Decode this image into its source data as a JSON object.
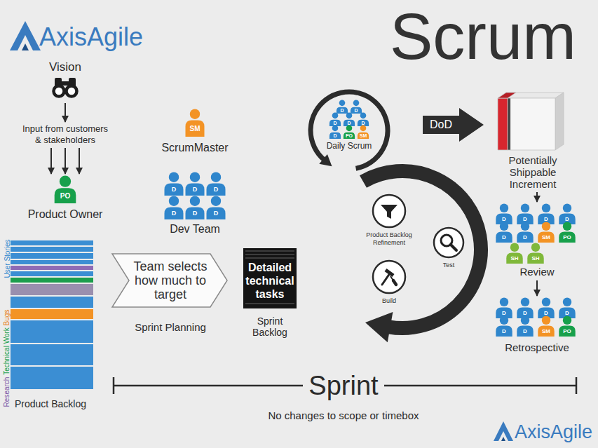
{
  "diagram": {
    "title": "Scrum",
    "nodes": [
      {
        "text": [
          "Vision"
        ]
      },
      {
        "text": [
          "Input from customers & stakeholders"
        ]
      },
      {
        "text": [
          "PO",
          "Product Owner"
        ]
      },
      {
        "text": [
          "SM",
          "ScrumMaster"
        ]
      },
      {
        "text": [
          "Dev Team"
        ]
      },
      {
        "text": [
          "D"
        ],
        "in": 4
      },
      {
        "text": [
          "D"
        ],
        "in": 4
      },
      {
        "text": [
          "D"
        ],
        "in": 4
      },
      {
        "text": [
          "D"
        ],
        "in": 4
      },
      {
        "text": [
          "D"
        ],
        "in": 4
      },
      {
        "text": [
          "D"
        ],
        "in": 4
      },
      {
        "text": [
          "User Stories",
          "Bugs",
          "Technical Work",
          "Research",
          "Product Backlog"
        ]
      },
      {
        "text": [
          "Team selects how much to target",
          "Sprint Planning"
        ]
      },
      {
        "text": [
          "Detailed technical tasks",
          "Sprint Backlog"
        ]
      },
      {
        "text": [
          "Daily Scrum"
        ]
      },
      {
        "text": [
          "D"
        ],
        "in": 14
      },
      {
        "text": [
          "D"
        ],
        "in": 14
      },
      {
        "text": [
          "D"
        ],
        "in": 14
      },
      {
        "text": [
          "D"
        ],
        "in": 14
      },
      {
        "text": [
          "D"
        ],
        "in": 14
      },
      {
        "text": [
          "D"
        ],
        "in": 14
      },
      {
        "text": [
          "PO"
        ],
        "in": 14
      },
      {
        "text": [
          "SM"
        ],
        "in": 14
      },
      {
        "text": [
          "Product Backlog Refinement"
        ]
      },
      {
        "text": [
          "Test"
        ]
      },
      {
        "text": [
          "Build"
        ]
      },
      {
        "text": [
          "DoD"
        ]
      },
      {
        "text": [
          "Potentially Shippable Increment"
        ]
      },
      {
        "text": [
          "Review"
        ]
      },
      {
        "text": [
          "D"
        ],
        "in": 28
      },
      {
        "text": [
          "D"
        ],
        "in": 28
      },
      {
        "text": [
          "D"
        ],
        "in": 28
      },
      {
        "text": [
          "D"
        ],
        "in": 28
      },
      {
        "text": [
          "D"
        ],
        "in": 28
      },
      {
        "text": [
          "D"
        ],
        "in": 28
      },
      {
        "text": [
          "SM"
        ],
        "in": 28
      },
      {
        "text": [
          "PO"
        ],
        "in": 28
      },
      {
        "text": [
          "SH"
        ],
        "in": 28
      },
      {
        "text": [
          "SH"
        ],
        "in": 28
      },
      {
        "text": [
          "Retrospective"
        ]
      },
      {
        "text": [
          "D"
        ],
        "in": 39
      },
      {
        "text": [
          "D"
        ],
        "in": 39
      },
      {
        "text": [
          "D"
        ],
        "in": 39
      },
      {
        "text": [
          "D"
        ],
        "in": 39
      },
      {
        "text": [
          "D"
        ],
        "in": 39
      },
      {
        "text": [
          "D"
        ],
        "in": 39
      },
      {
        "text": [
          "SM"
        ],
        "in": 39
      },
      {
        "text": [
          "PO"
        ],
        "in": 39
      }
    ],
    "edges": [
      {
        "from": 0,
        "to": 1,
        "arrow": "to"
      },
      {
        "from": 1,
        "to": 2,
        "arrow": "to"
      },
      {
        "from": 1,
        "to": 2,
        "arrow": "to"
      },
      {
        "from": 1,
        "to": 2,
        "arrow": "to"
      },
      {
        "from": 27,
        "to": 28,
        "arrow": "to"
      },
      {
        "from": 28,
        "to": 39,
        "arrow": "to"
      }
    ],
    "labels": [
      "AxisAgile",
      "Sprint",
      "No changes to scope or timebox",
      "AxisAgile"
    ]
  }
}
